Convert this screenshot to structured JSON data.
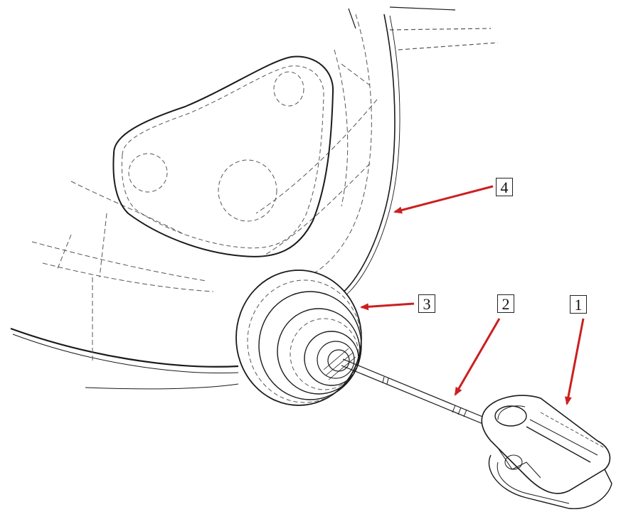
{
  "diagram": {
    "callouts": [
      {
        "id": "1",
        "label": "1"
      },
      {
        "id": "2",
        "label": "2"
      },
      {
        "id": "3",
        "label": "3"
      },
      {
        "id": "4",
        "label": "4"
      }
    ],
    "colors": {
      "line": "#1a1a1a",
      "dashed": "#555555",
      "arrow": "#cc1f1f",
      "background": "#ffffff"
    }
  }
}
